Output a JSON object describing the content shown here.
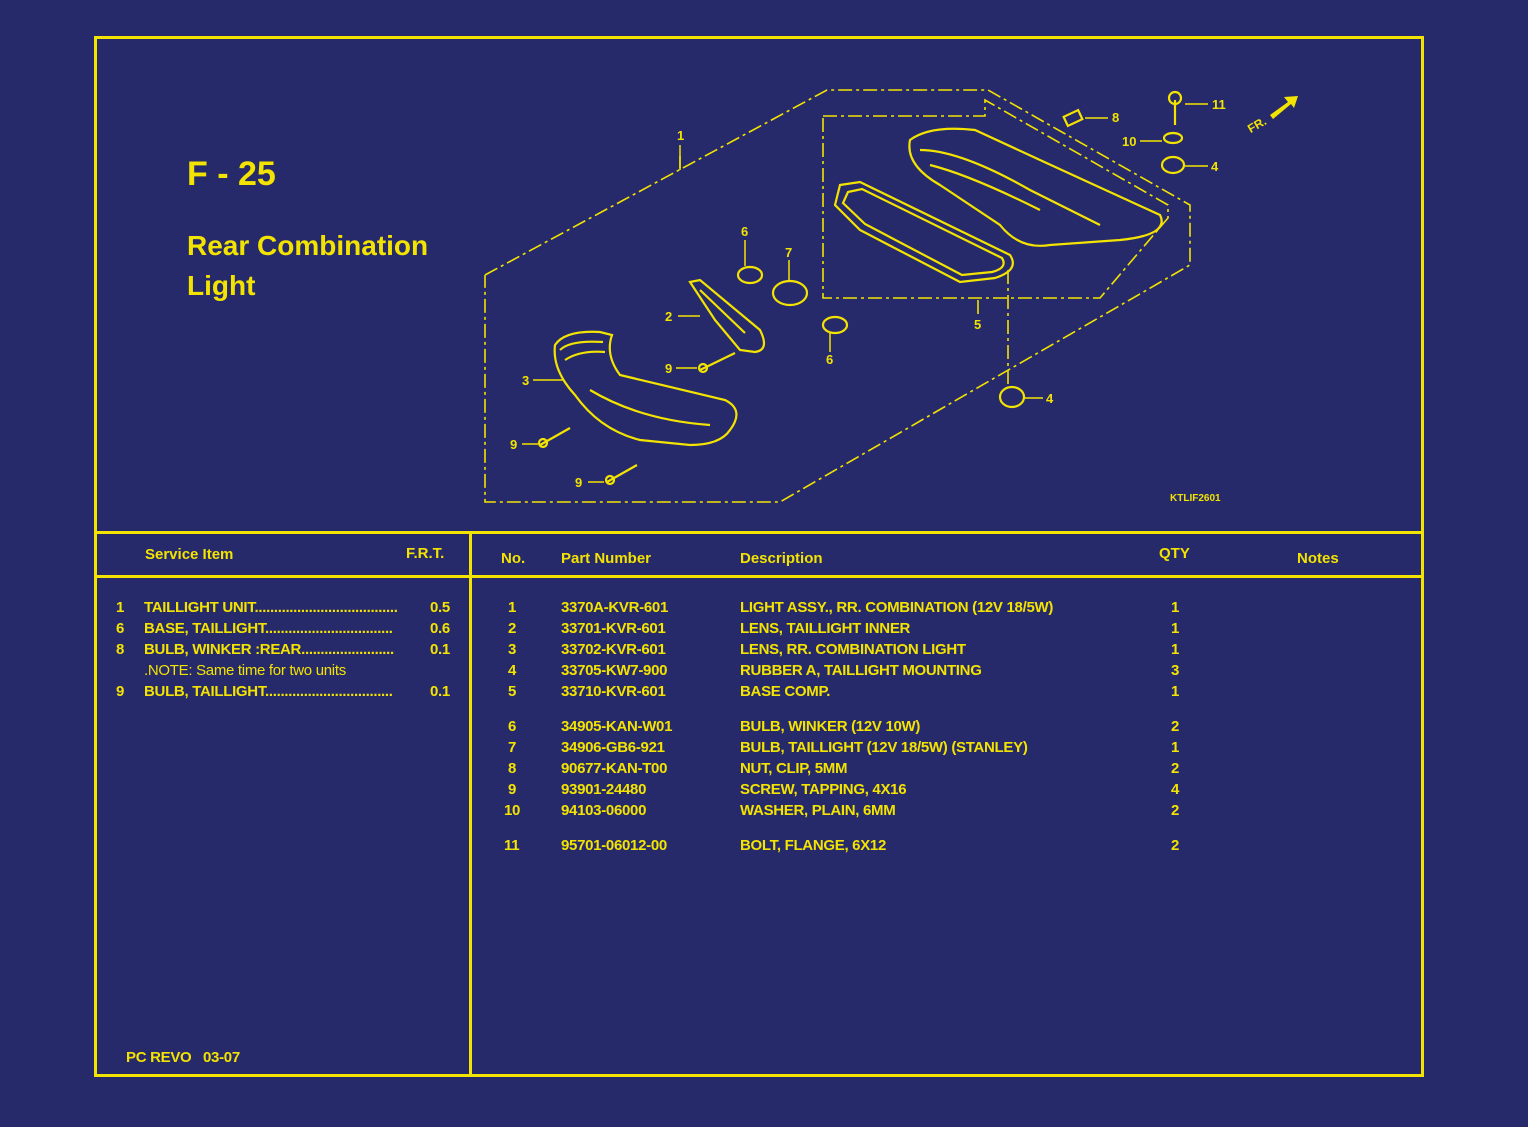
{
  "page": {
    "code": "F - 25",
    "title_line1": "Rear Combination",
    "title_line2": "Light",
    "diagram_code": "KTLIF2601",
    "footer": "PC REVO   03-07",
    "fr_label": "FR."
  },
  "colors": {
    "background": "#272a6a",
    "accent": "#f3e300"
  },
  "callouts": [
    "1",
    "2",
    "3",
    "4",
    "4",
    "5",
    "6",
    "6",
    "7",
    "8",
    "9",
    "9",
    "9",
    "10",
    "11"
  ],
  "service": {
    "header_item": "Service Item",
    "header_frt": "F.R.T.",
    "rows": [
      {
        "no": "1",
        "item": "TAILLIGHT UNIT.....................................",
        "frt": "0.5"
      },
      {
        "no": "6",
        "item": "BASE, TAILLIGHT.................................",
        "frt": "0.6"
      },
      {
        "no": "8",
        "item": "BULB, WINKER :REAR........................",
        "frt": "0.1"
      },
      {
        "no": "",
        "item": ".NOTE: Same time for two units",
        "frt": ""
      },
      {
        "no": "9",
        "item": "BULB, TAILLIGHT.................................",
        "frt": "0.1"
      }
    ]
  },
  "parts": {
    "header_no": "No.",
    "header_part": "Part Number",
    "header_desc": "Description",
    "header_qty": "QTY",
    "header_notes": "Notes",
    "rows": [
      {
        "no": "1",
        "part": "3370A-KVR-601",
        "desc": "LIGHT ASSY., RR. COMBINATION  (12V 18/5W)",
        "qty": "1"
      },
      {
        "no": "2",
        "part": "33701-KVR-601",
        "desc": "LENS, TAILLIGHT INNER",
        "qty": "1"
      },
      {
        "no": "3",
        "part": "33702-KVR-601",
        "desc": "LENS, RR. COMBINATION LIGHT",
        "qty": "1"
      },
      {
        "no": "4",
        "part": "33705-KW7-900",
        "desc": "RUBBER A, TAILLIGHT MOUNTING",
        "qty": "3"
      },
      {
        "no": "5",
        "part": "33710-KVR-601",
        "desc": "BASE COMP.",
        "qty": "1"
      },
      {
        "no": "6",
        "part": "34905-KAN-W01",
        "desc": "BULB, WINKER (12V 10W)",
        "qty": "2"
      },
      {
        "no": "7",
        "part": "34906-GB6-921",
        "desc": "BULB, TAILLIGHT (12V 18/5W)   (STANLEY)",
        "qty": "1"
      },
      {
        "no": "8",
        "part": "90677-KAN-T00",
        "desc": "NUT, CLIP, 5MM",
        "qty": "2"
      },
      {
        "no": "9",
        "part": "93901-24480",
        "desc": "SCREW, TAPPING, 4X16",
        "qty": "4"
      },
      {
        "no": "10",
        "part": "94103-06000",
        "desc": "WASHER, PLAIN, 6MM",
        "qty": "2"
      },
      {
        "no": "11",
        "part": "95701-06012-00",
        "desc": "BOLT, FLANGE, 6X12",
        "qty": "2"
      }
    ]
  }
}
